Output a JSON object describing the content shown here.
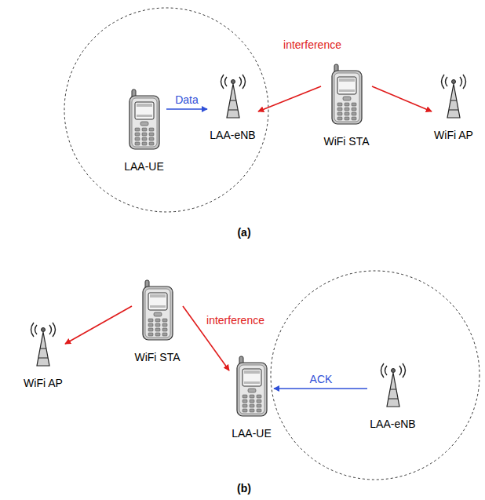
{
  "diagram": {
    "nodes": [
      {
        "text": [
          "LAA-UE"
        ]
      },
      {
        "text": [
          "LAA-eNB"
        ]
      },
      {
        "text": [
          "WiFi STA"
        ]
      },
      {
        "text": [
          "WiFi AP"
        ]
      },
      {
        "text": [
          "WiFi STA"
        ]
      },
      {
        "text": [
          "WiFi AP"
        ]
      },
      {
        "text": [
          "LAA-UE"
        ]
      },
      {
        "text": [
          "LAA-eNB"
        ]
      }
    ],
    "edges": [
      {
        "from": 0,
        "to": 1,
        "arrow": "to",
        "label": "Data"
      },
      {
        "from": 2,
        "to": 1,
        "arrow": "to"
      },
      {
        "from": 2,
        "to": 3,
        "arrow": "to"
      },
      {
        "from": 4,
        "to": 5,
        "arrow": "to"
      },
      {
        "from": 4,
        "to": 6,
        "arrow": "to"
      },
      {
        "from": 7,
        "to": 6,
        "arrow": "to",
        "label": "ACK"
      }
    ],
    "labels": [
      "interference",
      "(a)",
      "interference",
      "(b)"
    ]
  }
}
